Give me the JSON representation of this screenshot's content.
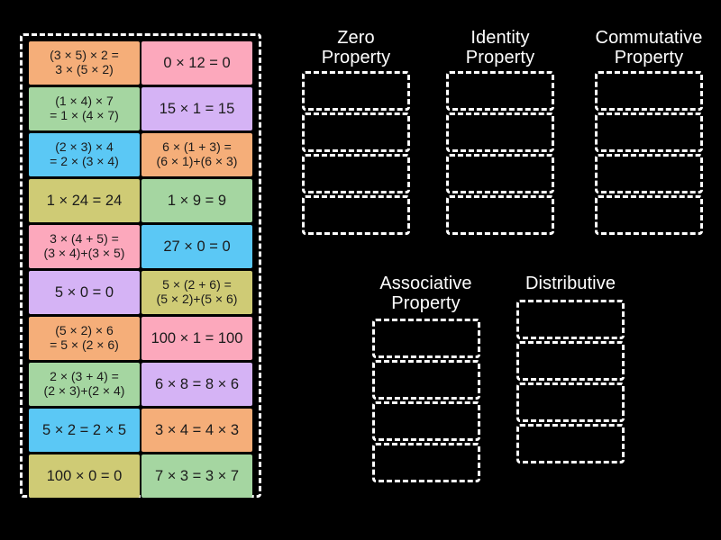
{
  "activity": {
    "type": "drag-and-drop-sorting",
    "background_color": "#000000"
  },
  "palette": {
    "orange": "#F5AE79",
    "pink": "#FCA8BC",
    "green": "#A5D6A1",
    "blue": "#5BC8F5",
    "purple": "#D5B3F5",
    "olive": "#CFCB75",
    "border": "#FFFFFF",
    "text": "#1B1B1B"
  },
  "tile_bank": {
    "tiles": [
      {
        "text": "(3 × 5) × 2 =\n3 × (5 × 2)",
        "color": "#F5AE79",
        "lines": 2
      },
      {
        "text": "0 × 12 = 0",
        "color": "#FCA8BC",
        "lines": 1
      },
      {
        "text": "(1 × 4) × 7\n= 1 × (4 × 7)",
        "color": "#A5D6A1",
        "lines": 2
      },
      {
        "text": "15 × 1 = 15",
        "color": "#D5B3F5",
        "lines": 1
      },
      {
        "text": "(2 × 3) × 4\n= 2 × (3 × 4)",
        "color": "#5BC8F5",
        "lines": 2
      },
      {
        "text": "6 × (1 + 3) =\n(6 × 1)+(6 × 3)",
        "color": "#F5AE79",
        "lines": 2
      },
      {
        "text": "1 × 24 = 24",
        "color": "#CFCB75",
        "lines": 1
      },
      {
        "text": "1 × 9 = 9",
        "color": "#A5D6A1",
        "lines": 1
      },
      {
        "text": "3 × (4 + 5) =\n(3 × 4)+(3 × 5)",
        "color": "#FCA8BC",
        "lines": 2
      },
      {
        "text": "27 × 0 = 0",
        "color": "#5BC8F5",
        "lines": 1
      },
      {
        "text": "5 × 0 = 0",
        "color": "#D5B3F5",
        "lines": 1
      },
      {
        "text": "5 × (2 + 6) =\n(5 × 2)+(5 × 6)",
        "color": "#CFCB75",
        "lines": 2
      },
      {
        "text": "(5 × 2) × 6\n= 5 × (2 × 6)",
        "color": "#F5AE79",
        "lines": 2
      },
      {
        "text": "100 × 1 = 100",
        "color": "#FCA8BC",
        "lines": 1
      },
      {
        "text": "2 × (3 + 4) =\n(2 × 3)+(2 × 4)",
        "color": "#A5D6A1",
        "lines": 2
      },
      {
        "text": "6 × 8 = 8 × 6",
        "color": "#D5B3F5",
        "lines": 1
      },
      {
        "text": "5 × 2 = 2 × 5",
        "color": "#5BC8F5",
        "lines": 1
      },
      {
        "text": "3 × 4 = 4 × 3",
        "color": "#F5AE79",
        "lines": 1
      },
      {
        "text": "100 × 0 = 0",
        "color": "#CFCB75",
        "lines": 1
      },
      {
        "text": "7 × 3 = 3 × 7",
        "color": "#A5D6A1",
        "lines": 1
      }
    ]
  },
  "categories": [
    {
      "id": "zero",
      "title": "Zero\nProperty",
      "dropzone_count": 4,
      "dropzones": [
        "",
        "",
        "",
        ""
      ]
    },
    {
      "id": "identity",
      "title": "Identity\nProperty",
      "dropzone_count": 4,
      "dropzones": [
        "",
        "",
        "",
        ""
      ]
    },
    {
      "id": "commutative",
      "title": "Commutative\nProperty",
      "dropzone_count": 4,
      "dropzones": [
        "",
        "",
        "",
        ""
      ]
    },
    {
      "id": "associative",
      "title": "Associative\nProperty",
      "dropzone_count": 4,
      "dropzones": [
        "",
        "",
        "",
        ""
      ]
    },
    {
      "id": "distributive",
      "title": "Distributive",
      "dropzone_count": 4,
      "dropzones": [
        "",
        "",
        "",
        ""
      ]
    }
  ]
}
